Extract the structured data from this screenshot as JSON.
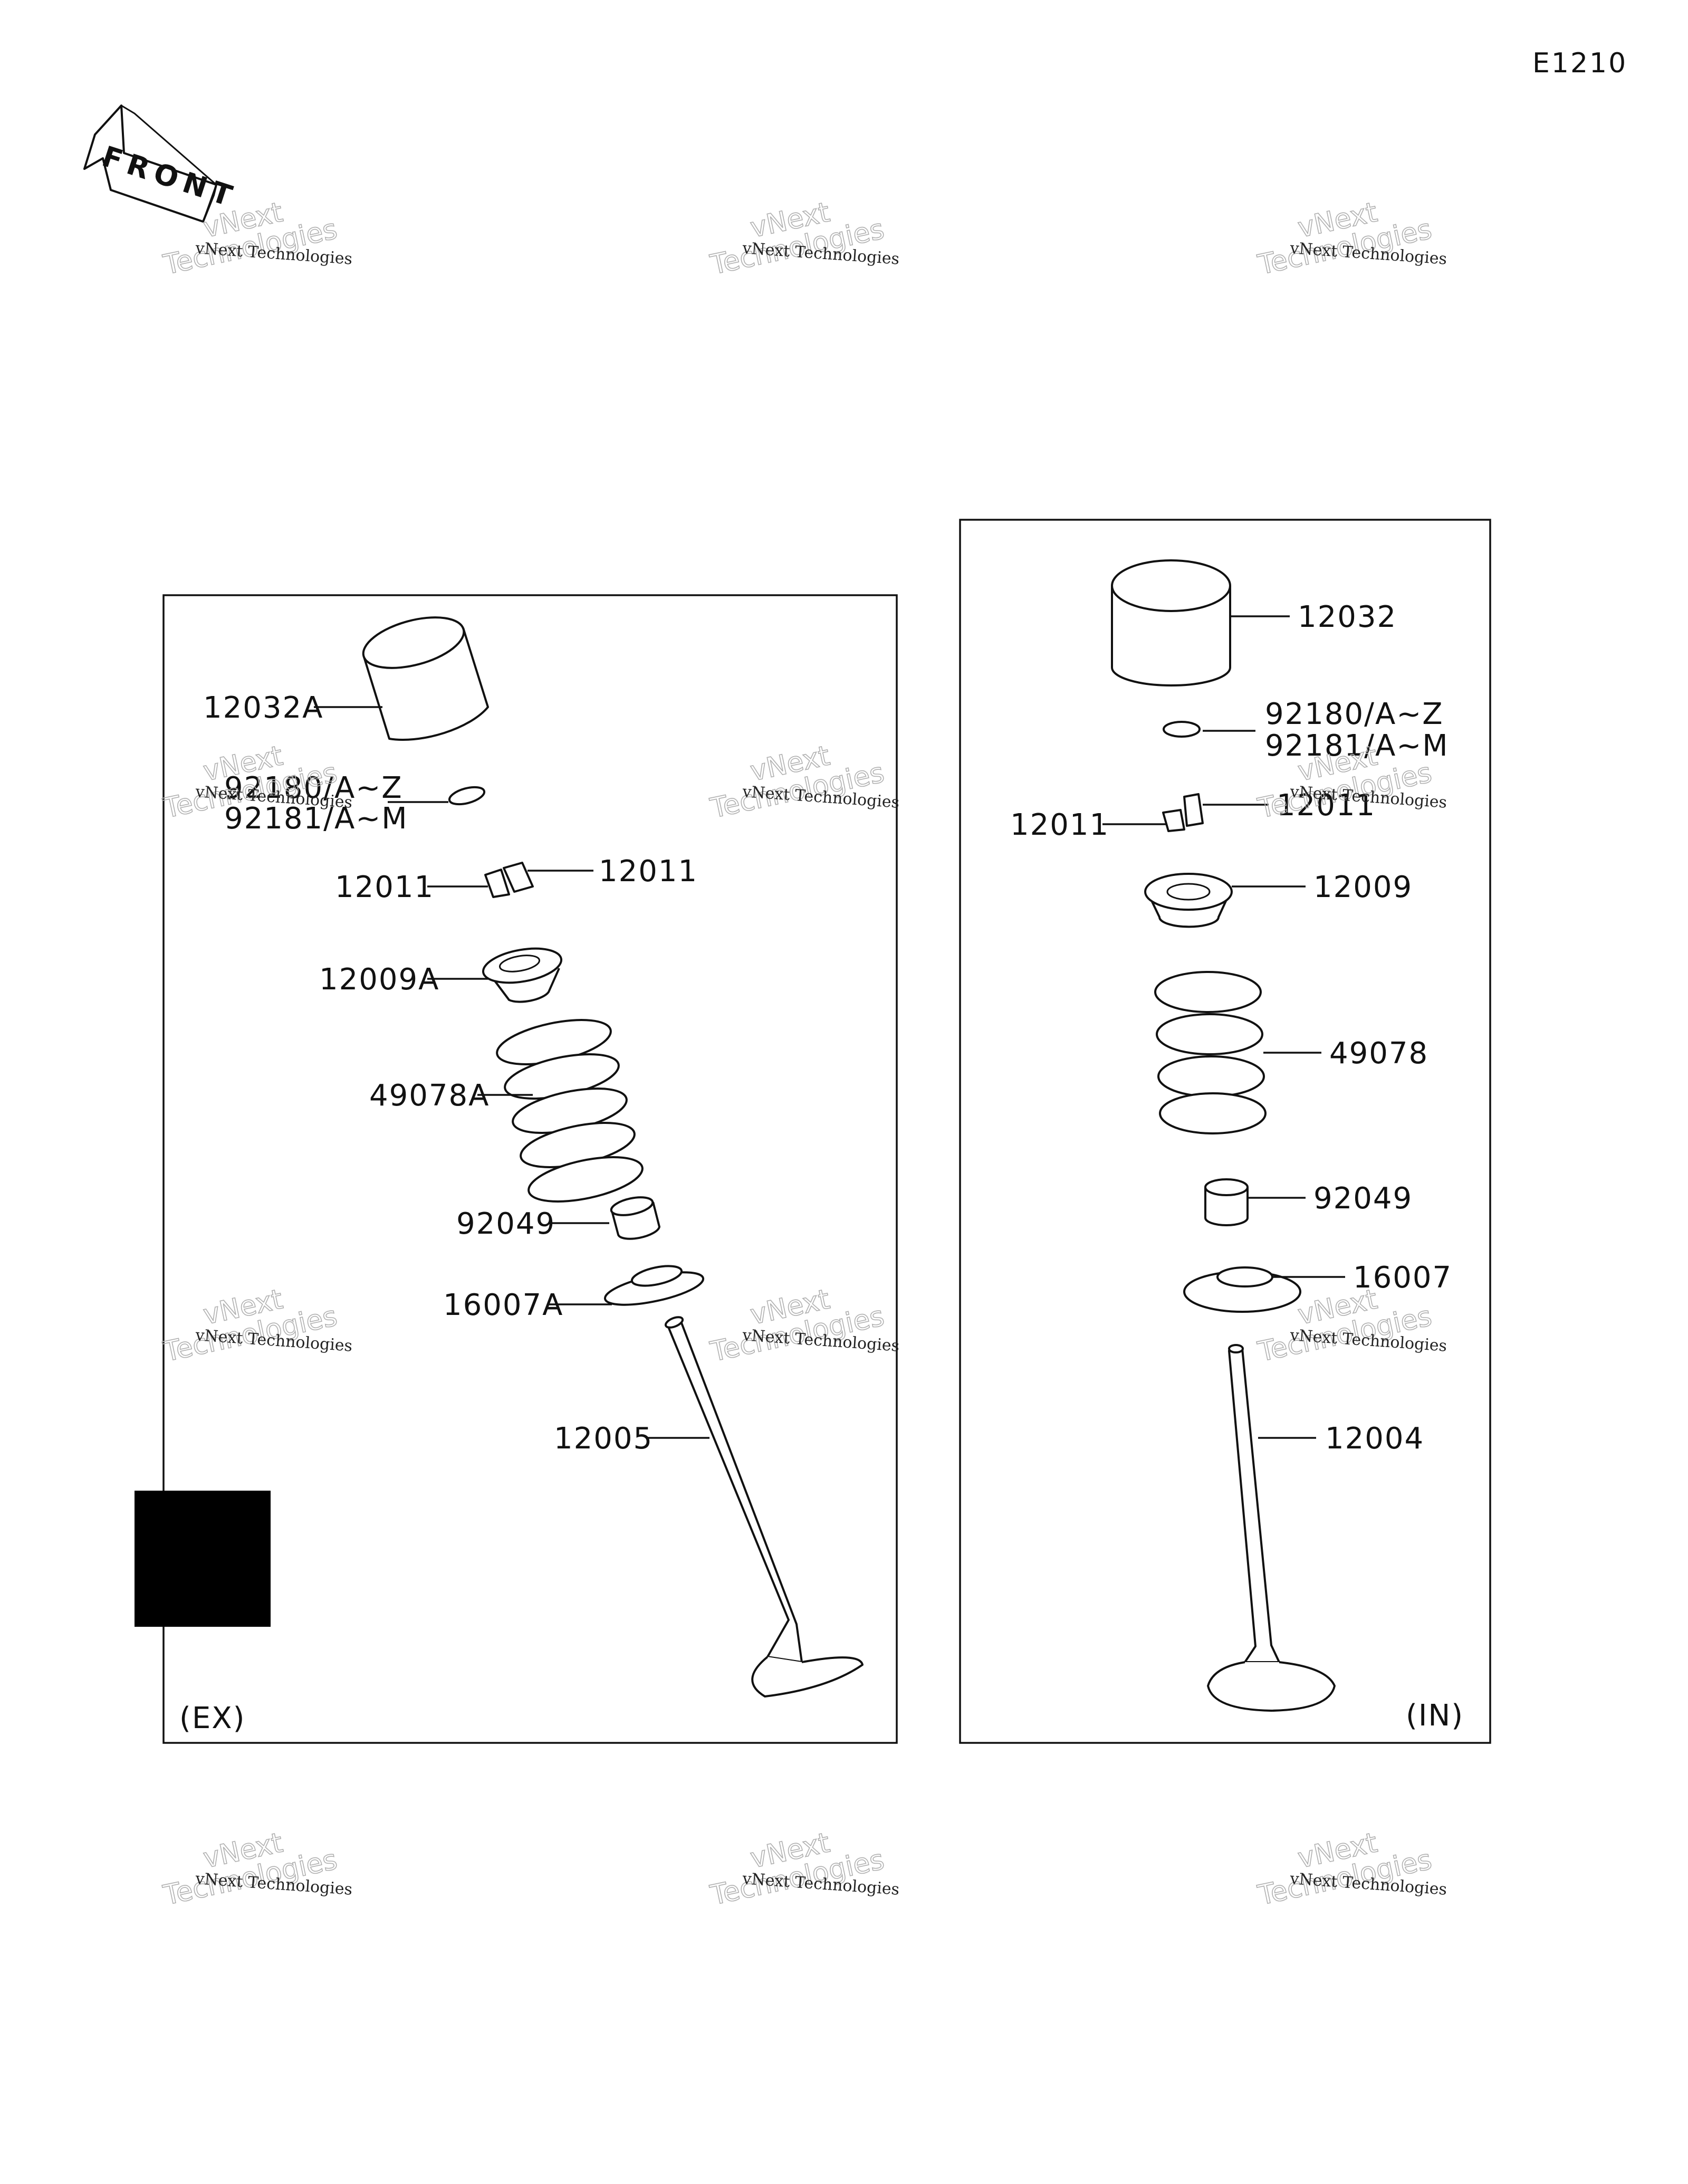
{
  "page": {
    "code": "E1210",
    "front_label": "FRONT"
  },
  "watermark": {
    "line1": "vNext Technologies",
    "line2a": "vNext",
    "line2b": "Technologies"
  },
  "panel_ex": {
    "label": "(EX)",
    "parts": {
      "p12032a": "12032A",
      "p92180": "92180/A~Z",
      "p92181": "92181/A~M",
      "p12011_left": "12011",
      "p12011_right": "12011",
      "p12009a": "12009A",
      "p49078a": "49078A",
      "p92049": "92049",
      "p16007a": "16007A",
      "p12005": "12005"
    }
  },
  "panel_in": {
    "label": "(IN)",
    "parts": {
      "p12032": "12032",
      "p92180": "92180/A~Z",
      "p92181": "92181/A~M",
      "p12011_left": "12011",
      "p12011_right": "12011",
      "p12009": "12009",
      "p49078": "49078",
      "p92049": "92049",
      "p16007": "16007",
      "p12004": "12004"
    }
  }
}
